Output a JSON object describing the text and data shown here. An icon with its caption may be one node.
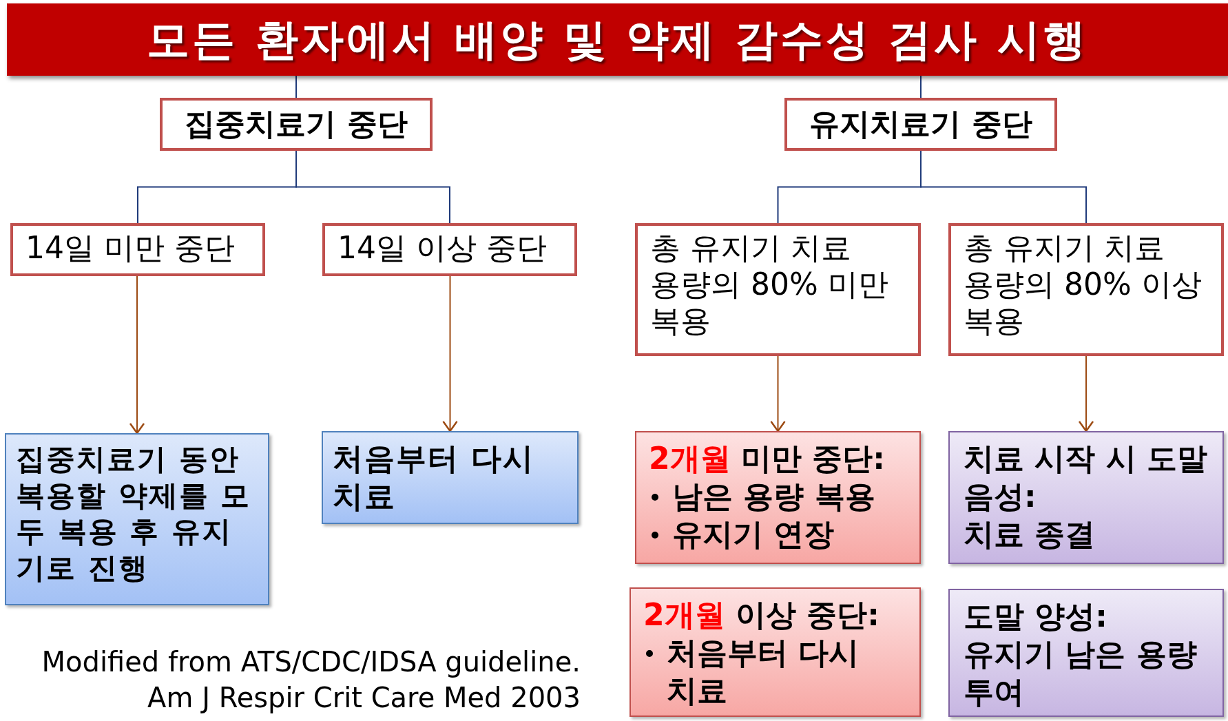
{
  "diagram": {
    "nodes": [
      {
        "text": [
          "모든 환자에서 배양 및 약제 감수성 검사 시행"
        ]
      },
      {
        "text": [
          "집중치료기 중단"
        ]
      },
      {
        "text": [
          "유지치료기 중단"
        ]
      },
      {
        "text": [
          "14일 미만 중단"
        ]
      },
      {
        "text": [
          "14일 이상 중단"
        ]
      },
      {
        "text": [
          "총 유지기 치료 용량의 80% 미만 복용"
        ]
      },
      {
        "text": [
          "총 유지기 치료 용량의 80% 이상 복용"
        ]
      },
      {
        "text": [
          "집중치료기 동안 복용할 약제를 모두 복용 후 유지기로 진행"
        ]
      },
      {
        "text": [
          "처음부터 다시 치료"
        ]
      },
      {
        "text": [
          "**2개월** 미만 중단:",
          "남은 용량  복용",
          "유지기 연장"
        ]
      },
      {
        "text": [
          "**2개월** 이상 중단:",
          "처음부터 다시 치료"
        ]
      },
      {
        "text": [
          "치료 시작 시 도말 음성:",
          "치료 종결"
        ]
      },
      {
        "text": [
          "도말 양성:",
          "유지기 남은 용량 투여"
        ]
      }
    ],
    "edges": [
      {
        "from": 0,
        "to": 1,
        "arrow": "none"
      },
      {
        "from": 0,
        "to": 2,
        "arrow": "none"
      },
      {
        "from": 1,
        "to": 3,
        "arrow": "none"
      },
      {
        "from": 1,
        "to": 4,
        "arrow": "none"
      },
      {
        "from": 2,
        "to": 5,
        "arrow": "none"
      },
      {
        "from": 2,
        "to": 6,
        "arrow": "none"
      },
      {
        "from": 3,
        "to": 7,
        "arrow": "to",
        "color": "#9c4a12"
      },
      {
        "from": 4,
        "to": 8,
        "arrow": "to",
        "color": "#9c4a12"
      },
      {
        "from": 5,
        "to": 9,
        "arrow": "to",
        "color": "#9c4a12"
      },
      {
        "from": 6,
        "to": 11,
        "arrow": "to",
        "color": "#9c4a12"
      }
    ],
    "labels": [
      "Modified from ATS/CDC/IDSA guideline.",
      "Am J Respir Crit Care Med 2003"
    ]
  }
}
